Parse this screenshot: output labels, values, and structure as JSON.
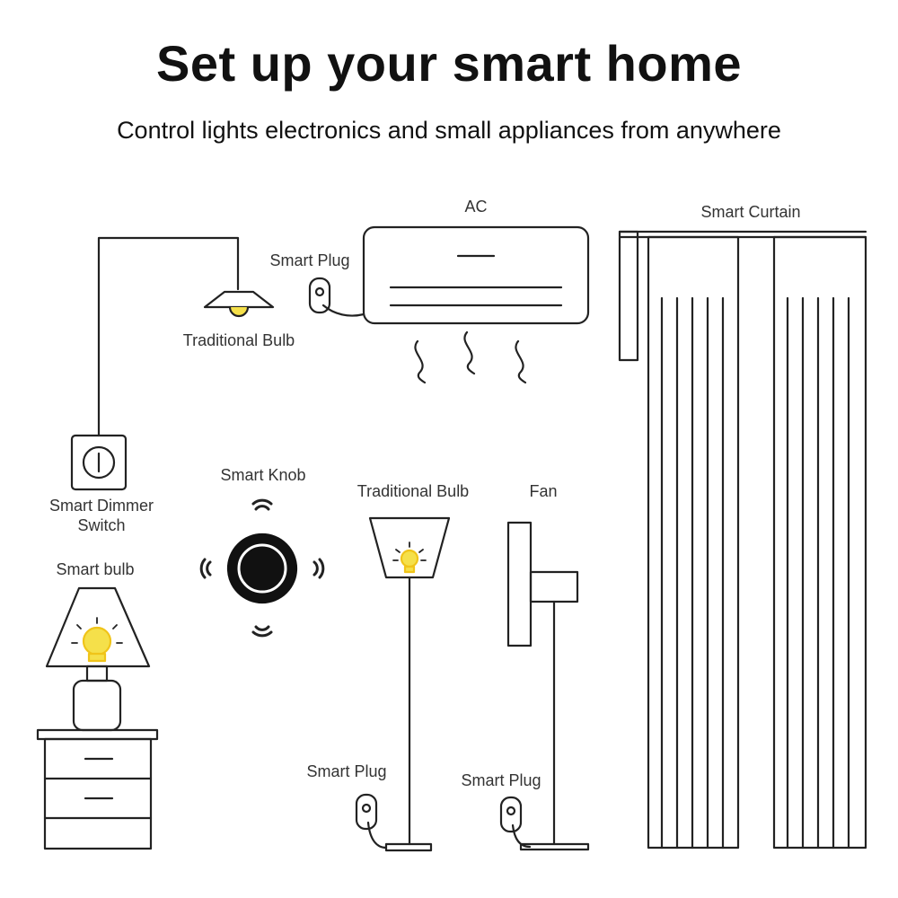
{
  "header": {
    "title": "Set up your smart home",
    "subtitle": "Control lights electronics and small appliances from anywhere"
  },
  "labels": {
    "ac": "AC",
    "smart_curtain": "Smart Curtain",
    "smart_plug_ac": "Smart Plug",
    "traditional_bulb_ceiling": "Traditional Bulb",
    "smart_dimmer_switch_line1": "Smart Dimmer",
    "smart_dimmer_switch_line2": "Switch",
    "smart_knob": "Smart Knob",
    "traditional_bulb_floor": "Traditional Bulb",
    "fan": "Fan",
    "smart_bulb": "Smart bulb",
    "smart_plug_floor_lamp": "Smart Plug",
    "smart_plug_fan": "Smart Plug"
  },
  "colors": {
    "line": "#222222",
    "bulb_yellow": "#f5e04a",
    "bulb_glow": "#f0c419"
  }
}
